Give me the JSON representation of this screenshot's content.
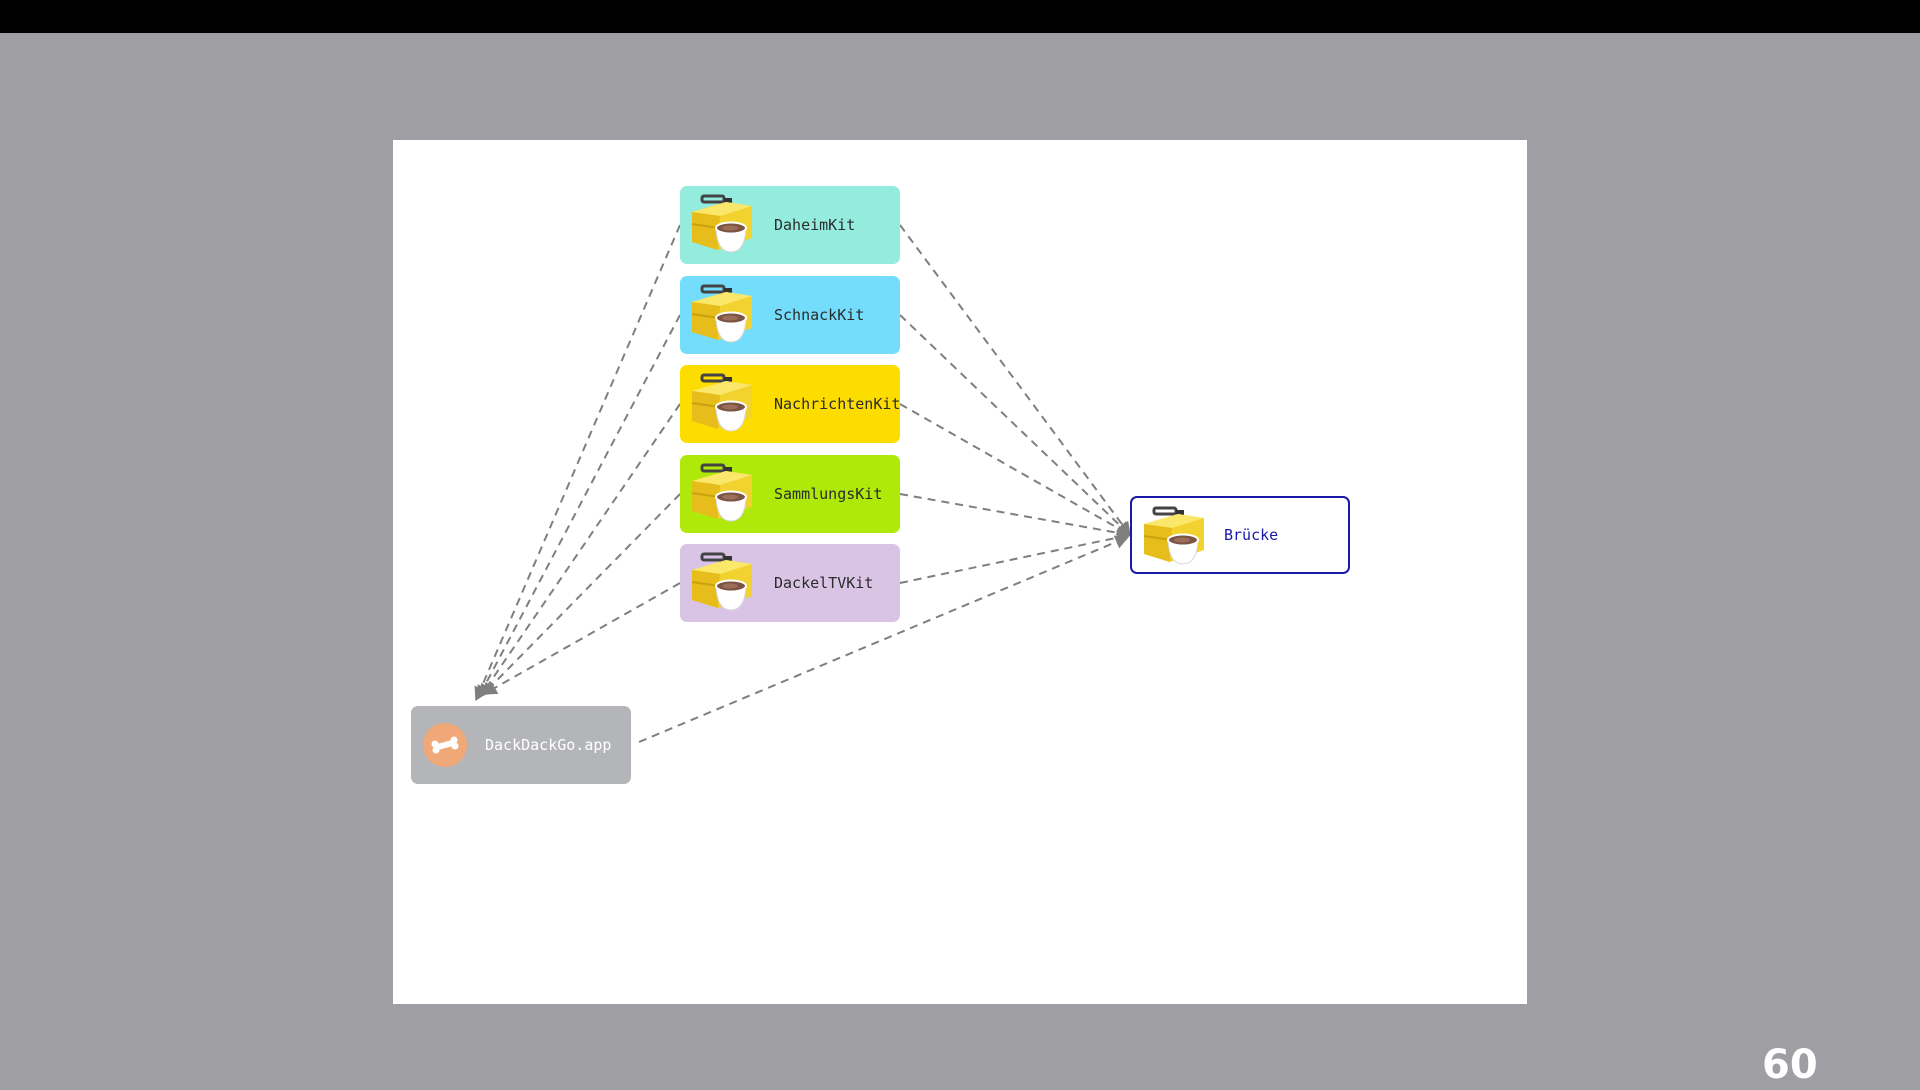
{
  "diagram": {
    "kits": [
      {
        "label": "DaheimKit",
        "color": "#93ecde"
      },
      {
        "label": "SchnackKit",
        "color": "#74ddfc"
      },
      {
        "label": "NachrichtenKit",
        "color": "#fddd00"
      },
      {
        "label": "SammlungsKit",
        "color": "#aee90a"
      },
      {
        "label": "DackelTVKit",
        "color": "#dac4e6"
      }
    ],
    "bridge": {
      "label": "Brücke",
      "border_color": "#1b18a8"
    },
    "app": {
      "label": "DackDackGo.app",
      "color": "#b4b5b9"
    },
    "edge_color": "#7f7f7f",
    "icons": {
      "kit": "toolbox-with-cup-icon",
      "app": "bone-icon"
    }
  },
  "slide": {
    "page_number": "60"
  }
}
